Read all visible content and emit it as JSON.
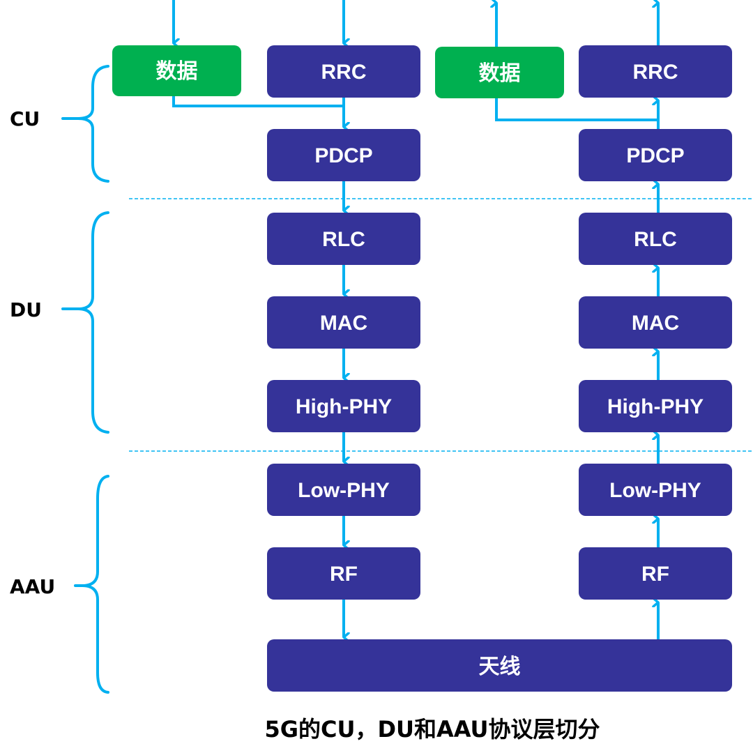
{
  "title": "5G的CU，DU和AAU协议层切分",
  "colors": {
    "layer_box": "#353399",
    "data_box": "#00b050",
    "arrow": "#00b0f0",
    "divider": "#00b0f0",
    "brace": "#00b0f0",
    "text_on_box": "#ffffff",
    "label_text": "#000000"
  },
  "groups": [
    {
      "id": "cu",
      "label": "CU"
    },
    {
      "id": "du",
      "label": "DU"
    },
    {
      "id": "aau",
      "label": "AAU"
    }
  ],
  "downlink_column": {
    "data_box": "数据",
    "layers": [
      "RRC",
      "PDCP",
      "RLC",
      "MAC",
      "High-PHY",
      "Low-PHY",
      "RF"
    ],
    "direction": "down"
  },
  "uplink_column": {
    "data_box": "数据",
    "layers": [
      "RRC",
      "PDCP",
      "RLC",
      "MAC",
      "High-PHY",
      "Low-PHY",
      "RF"
    ],
    "direction": "up"
  },
  "antenna": "天线"
}
